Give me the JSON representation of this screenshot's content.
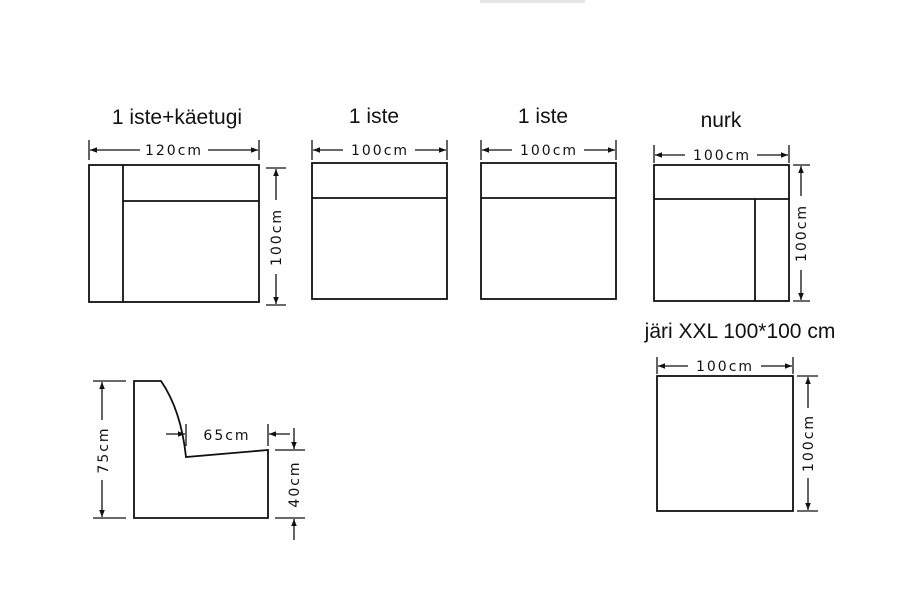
{
  "modules": [
    {
      "title": "1 iste+käetugi",
      "width": "120cm",
      "depth": "100cm"
    },
    {
      "title": "1 iste",
      "width": "100cm"
    },
    {
      "title": "1 iste",
      "width": "100cm"
    },
    {
      "title": "nurk",
      "width": "100cm",
      "depth": "100cm"
    },
    {
      "title": "järi XXL 100*100 cm",
      "width": "100cm",
      "depth": "100cm"
    }
  ],
  "side_view": {
    "height": "75cm",
    "seat_depth": "65cm",
    "seat_height": "40cm"
  }
}
